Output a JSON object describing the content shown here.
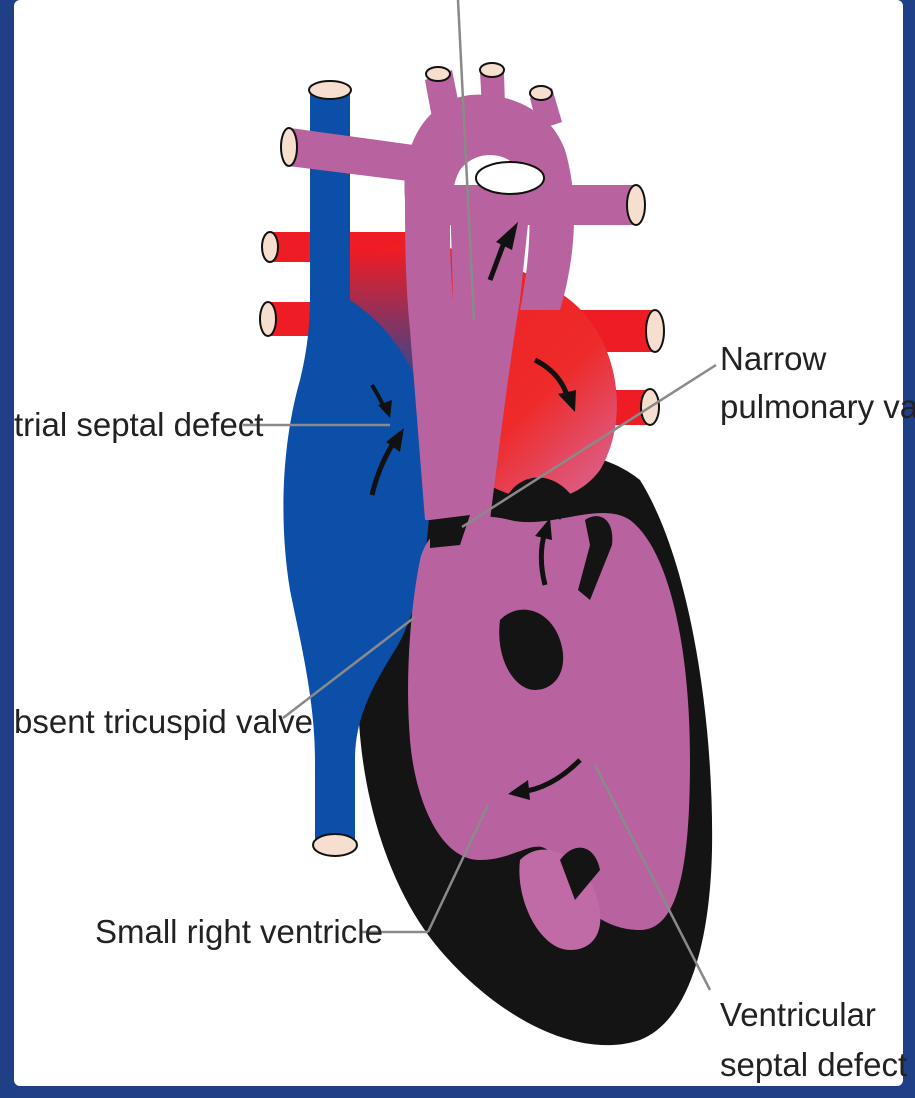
{
  "labels": {
    "atrial_septal_defect": "trial septal defect",
    "narrow_pulmonary_valve_line1": "Narrow",
    "narrow_pulmonary_valve_line2": "pulmonary valv",
    "absent_tricuspid_valve": "bsent tricuspid valve",
    "small_right_ventricle": "Small right ventricle",
    "ventricular_septal_defect_line1": "Ventricular",
    "ventricular_septal_defect_line2": "septal defect"
  },
  "colors": {
    "frame": "#1f3f86",
    "background": "#ffffff",
    "venous_blue": "#0b4fa8",
    "arterial_red": "#ee1c24",
    "mixed_purple": "#b8639f",
    "muscle_black": "#141414",
    "vessel_opening": "#f6dfcf",
    "leader_line": "#8a8a8a"
  }
}
